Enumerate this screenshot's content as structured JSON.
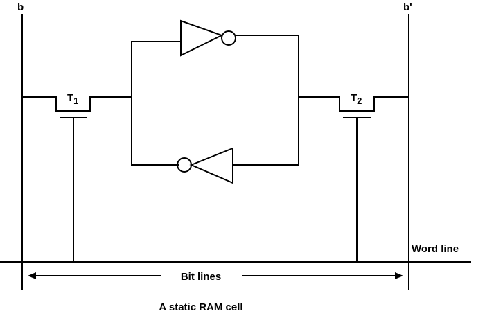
{
  "diagram": {
    "type": "circuit",
    "title": "A static RAM cell",
    "labels": {
      "bitline_left": "b",
      "bitline_right": "b'",
      "transistor_1": "T",
      "transistor_1_sub": "1",
      "transistor_2": "T",
      "transistor_2_sub": "2",
      "word_line": "Word line",
      "bit_lines": "Bit lines"
    },
    "components": [
      {
        "id": "T1",
        "kind": "transistor",
        "label": "T1"
      },
      {
        "id": "T2",
        "kind": "transistor",
        "label": "T2"
      },
      {
        "id": "INV_TOP",
        "kind": "inverter",
        "direction": "left-to-right"
      },
      {
        "id": "INV_BOTTOM",
        "kind": "inverter",
        "direction": "right-to-left"
      }
    ],
    "connections": [
      [
        "b",
        "T1"
      ],
      [
        "T1",
        "latch-left"
      ],
      [
        "latch-left",
        "INV_TOP"
      ],
      [
        "INV_TOP",
        "latch-right"
      ],
      [
        "latch-right",
        "INV_BOTTOM"
      ],
      [
        "INV_BOTTOM",
        "latch-left"
      ],
      [
        "latch-right",
        "T2"
      ],
      [
        "T2",
        "b'"
      ],
      [
        "T1.gate",
        "Word line"
      ],
      [
        "T2.gate",
        "Word line"
      ]
    ],
    "colors": {
      "stroke": "#000000",
      "background": "#ffffff"
    }
  }
}
